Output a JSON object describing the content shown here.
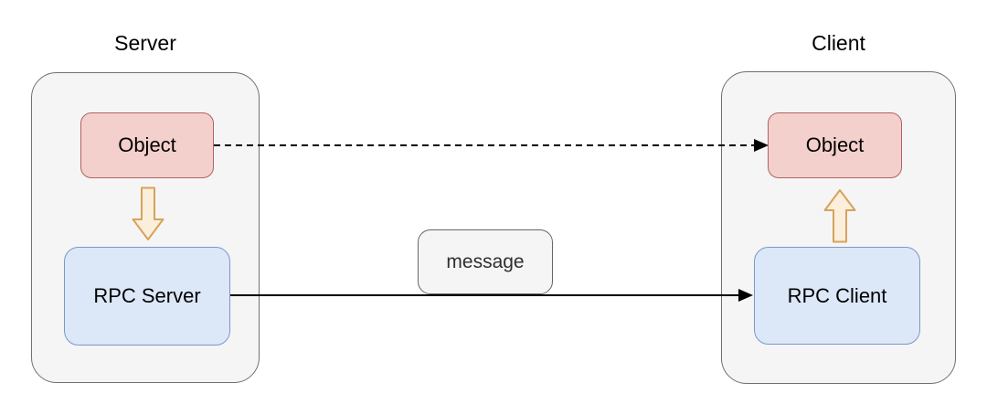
{
  "diagram": {
    "title_hint": "RPC server-client messaging diagram",
    "server": {
      "title": "Server",
      "object_label": "Object",
      "rpc_label": "RPC Server"
    },
    "client": {
      "title": "Client",
      "object_label": "Object",
      "rpc_label": "RPC Client"
    },
    "message_label": "message",
    "connectors": {
      "object_to_object_style": "dashed-arrow-right",
      "rpc_to_rpc_style": "solid-arrow-right",
      "server_object_to_rpc_style": "block-arrow-down",
      "client_rpc_to_object_style": "block-arrow-up"
    },
    "colors": {
      "object_fill": "#f4d0cd",
      "object_border": "#b06360",
      "rpc_fill": "#dce8f8",
      "rpc_border": "#7b97c6",
      "container_fill": "#f5f5f6",
      "container_border": "#707070",
      "message_fill": "#f5f5f5",
      "message_border": "#666666",
      "block_arrow_fill": "#fbeedb",
      "block_arrow_border": "#d6a35a",
      "arrow_color": "#000000"
    }
  }
}
